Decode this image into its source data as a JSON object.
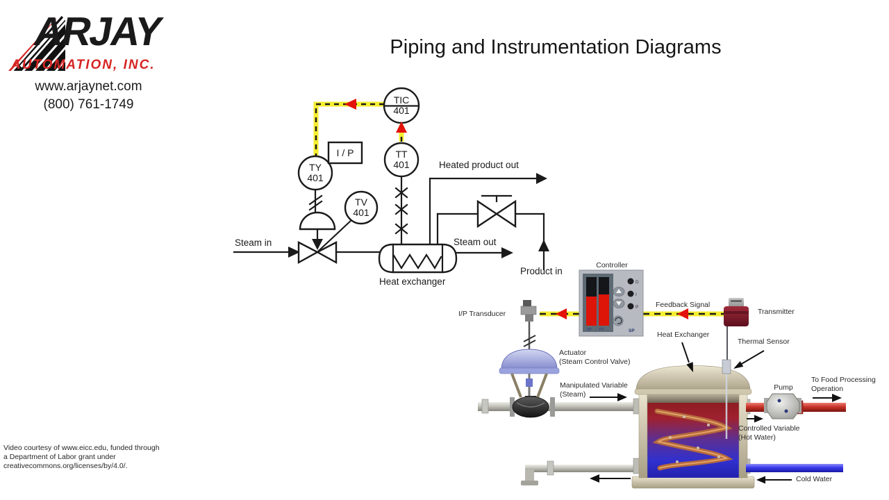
{
  "branding": {
    "company": "ARJAY",
    "tagline": "AUTOMATION, INC.",
    "website": "www.arjaynet.com",
    "phone": "(800) 761-1749"
  },
  "title": "Piping and Instrumentation Diagrams",
  "pid": {
    "bubbles": {
      "tic": {
        "tag": "TIC",
        "num": "401"
      },
      "tt": {
        "tag": "TT",
        "num": "401"
      },
      "ty": {
        "tag": "TY",
        "num": "401"
      },
      "tv": {
        "tag": "TV",
        "num": "401"
      }
    },
    "ip_box": "I / P",
    "labels": {
      "steam_in": "Steam in",
      "heated_product_out": "Heated product out",
      "steam_out": "Steam out",
      "product_in": "Product in",
      "heat_exchanger": "Heat exchanger"
    }
  },
  "illustration": {
    "labels": {
      "controller": "Controller",
      "ip_transducer": "I/P  Transducer",
      "feedback_signal": "Feedback Signal",
      "transmitter": "Transmitter",
      "heat_exchanger": "Heat Exchanger",
      "thermal_sensor": "Thermal Sensor",
      "actuator_1": "Actuator",
      "actuator_2": "(Steam Control Valve)",
      "manipulated_1": "Manipulated Variable",
      "manipulated_2": "(Steam)",
      "pump": "Pump",
      "to_food_1": "To Food Processing",
      "to_food_2": "Operation",
      "controlled_1": "Controlled Variable",
      "controlled_2": "(Hot Water)",
      "cold_water": "Cold Water"
    },
    "controller_panel": {
      "bar_left": "SP",
      "bar_right": "PV",
      "btn_d": "D",
      "btn_i": "I",
      "btn_p": "P",
      "sp": "SP"
    }
  },
  "footer": {
    "line1": "Video courtesy of www.eicc.edu, funded through",
    "line2": "a Department of Labor grant under",
    "line3": "creativecommons.org/licenses/by/4.0/."
  },
  "colors": {
    "signal_yellow": "#f5ee32",
    "arrow_red": "#e3120b",
    "brand_red": "#d62422",
    "line_black": "#1a1a1a",
    "pipe_red": "#c8342a",
    "pipe_blue": "#3b3bea"
  }
}
